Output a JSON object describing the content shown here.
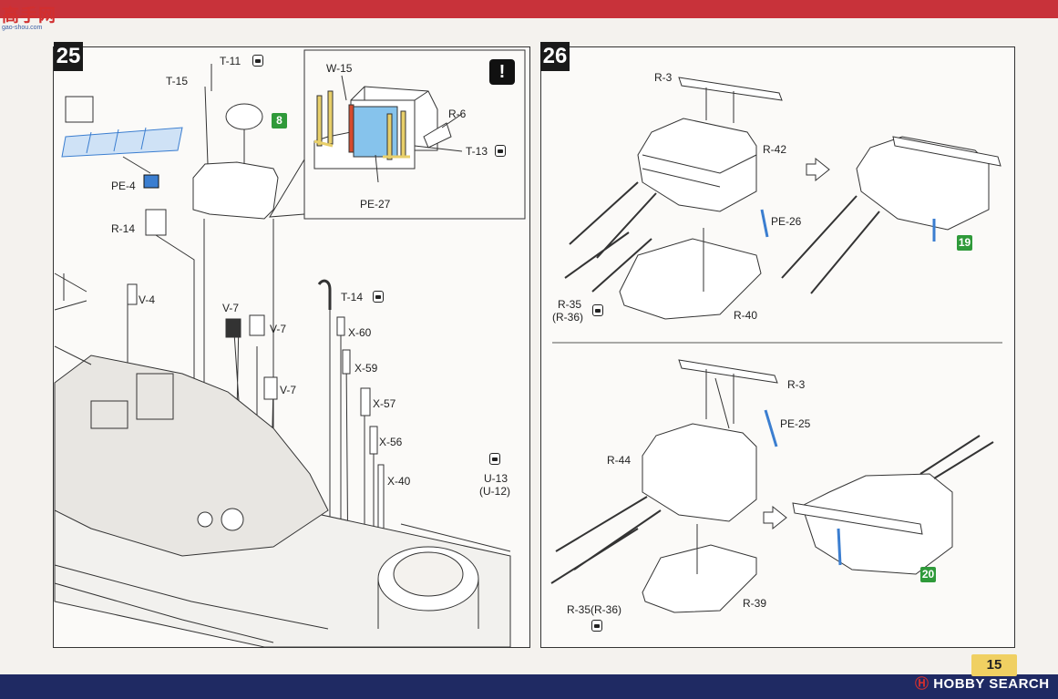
{
  "watermark": {
    "cn": "高手网",
    "url": "gao-shou.com",
    "bottom_prefix": "Ⓗ",
    "bottom": "HOBBY SEARCH"
  },
  "page_number": "15",
  "colors": {
    "top_band": "#c8323a",
    "bottom_band": "#1f2a63",
    "green_badge": "#2f9a3a",
    "page_tab": "#f0d062",
    "photo_etch_blue": "#3b7ed0",
    "water_blue": "#86c3ec",
    "amber": "#e8cf6a",
    "red_part": "#d64b2e"
  },
  "step25": {
    "number": "25",
    "badge": "8",
    "warning": "!",
    "labels": {
      "t11": "T-11",
      "t15": "T-15",
      "pe4": "PE-4",
      "r14": "R-14",
      "w15": "W-15",
      "r6": "R-6",
      "t13": "T-13",
      "pe27": "PE-27",
      "v4": "V-4",
      "v7a": "V-7",
      "v7b": "V-7",
      "v7c": "V-7",
      "t14": "T-14",
      "x60": "X-60",
      "x59": "X-59",
      "x57": "X-57",
      "x56": "X-56",
      "x40": "X-40",
      "u13": "U-13",
      "u12": "(U-12)"
    }
  },
  "step26": {
    "number": "26",
    "top": {
      "badge": "19",
      "labels": {
        "r3": "R-3",
        "r42": "R-42",
        "pe26": "PE-26",
        "r35": "R-35",
        "r36": "(R-36)",
        "r40": "R-40"
      }
    },
    "bottom": {
      "badge": "20",
      "labels": {
        "r3": "R-3",
        "pe25": "PE-25",
        "r44": "R-44",
        "r35": "R-35(R-36)",
        "r39": "R-39"
      }
    }
  }
}
